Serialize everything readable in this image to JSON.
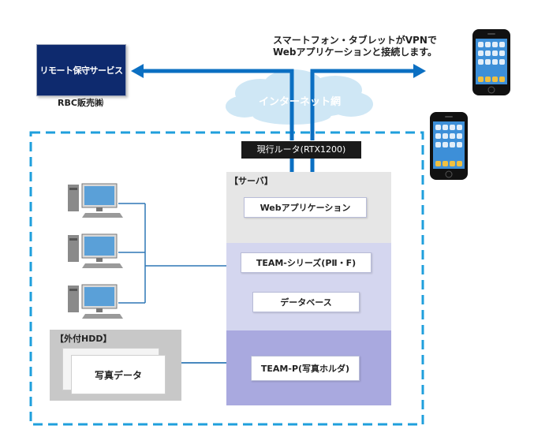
{
  "remote_office": {
    "box_label": "リモート保守サービス",
    "caption": "RBC販売㈱"
  },
  "vpn_note": {
    "line1": "スマートフォン・タブレットがVPNで",
    "line2": "Webアプリケーションと接続します。"
  },
  "internet": {
    "label": "インターネット網"
  },
  "router": {
    "label": "現行ルータ(RTX1200)"
  },
  "server": {
    "title": "【サーバ】",
    "web_app": "Webアプリケーション",
    "team_series": "TEAM-シリーズ(PⅡ・F)",
    "database": "データベース",
    "team_p": "TEAM-P(写真ホルダ)"
  },
  "external_hdd": {
    "title": "【外付HDD】",
    "photo_data": "写真データ"
  },
  "colors": {
    "arrow_blue": "#0b6fc2",
    "dashed_border": "#1f9fdc",
    "connector_line": "#2e77b5",
    "cloud": "#cfe7f5",
    "server_band_top": "#e6e6e6",
    "server_band_mid": "#d4d6ef",
    "server_band_bottom": "#a9a9df",
    "remote_box": "#0e2a6e"
  },
  "icons": [
    "smartphone-icon",
    "smartphone-icon",
    "desktop-pc-icon",
    "desktop-pc-icon",
    "desktop-pc-icon",
    "cloud-icon"
  ]
}
